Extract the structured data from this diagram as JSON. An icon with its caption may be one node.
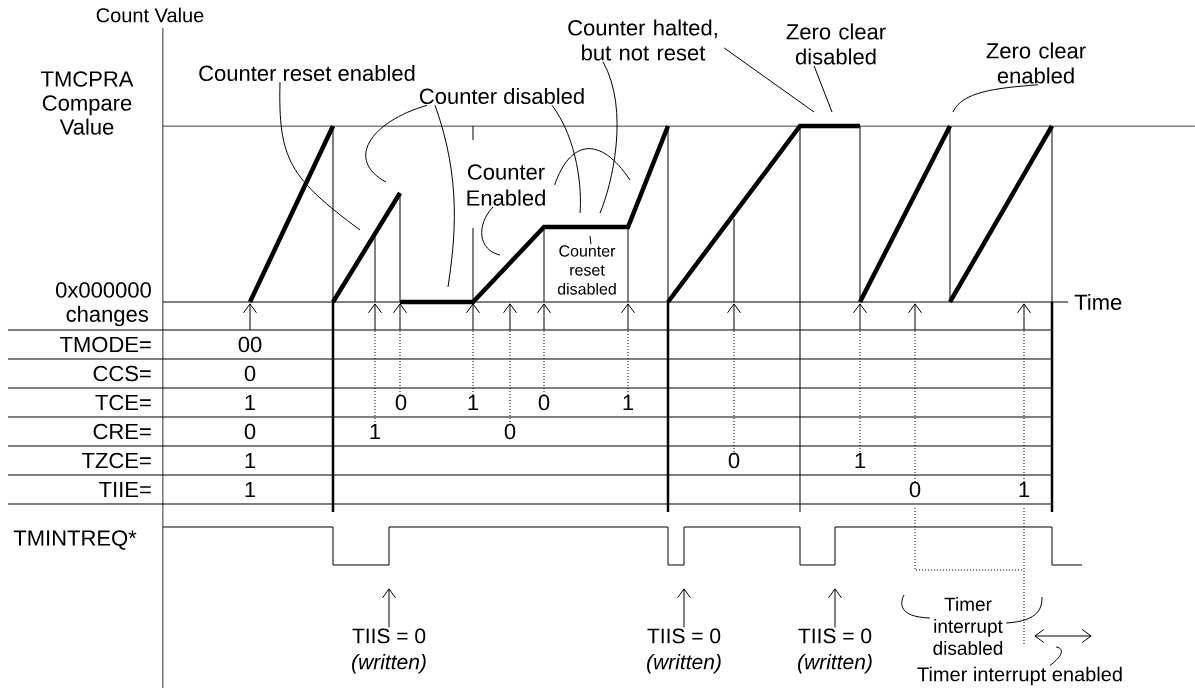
{
  "diagram": {
    "nodes": [
      {
        "text": [
          "Counter reset enabled"
        ]
      },
      {
        "text": [
          "Counter disabled"
        ]
      },
      {
        "text": [
          "Counter Enabled"
        ]
      },
      {
        "text": [
          "Counter halted, but not reset"
        ]
      },
      {
        "text": [
          "Zero clear disabled"
        ]
      },
      {
        "text": [
          "Zero clear enabled"
        ]
      },
      {
        "text": [
          "Counter reset disabled"
        ]
      },
      {
        "text": [
          "TIIS = 0",
          "(written)"
        ]
      },
      {
        "text": [
          "TIIS = 0",
          "(written)"
        ]
      },
      {
        "text": [
          "TIIS = 0",
          "(written)"
        ]
      },
      {
        "text": [
          "Timer interrupt disabled"
        ]
      },
      {
        "text": [
          "Timer interrupt enabled"
        ]
      }
    ],
    "edges": [
      {
        "from": 0,
        "to": null,
        "arrow": "none"
      },
      {
        "from": 1,
        "to": null,
        "arrow": "none"
      },
      {
        "from": 1,
        "to": null,
        "arrow": "none"
      },
      {
        "from": 1,
        "to": null,
        "arrow": "none"
      },
      {
        "from": 2,
        "to": null,
        "arrow": "none"
      },
      {
        "from": 2,
        "to": null,
        "arrow": "none"
      },
      {
        "from": 3,
        "to": null,
        "arrow": "none"
      },
      {
        "from": 3,
        "to": null,
        "arrow": "none"
      },
      {
        "from": 4,
        "to": null,
        "arrow": "none"
      },
      {
        "from": 5,
        "to": null,
        "arrow": "none"
      },
      {
        "from": 6,
        "to": null,
        "arrow": "none"
      },
      {
        "from": 7,
        "to": null,
        "arrow": "to"
      },
      {
        "from": 8,
        "to": null,
        "arrow": "to"
      },
      {
        "from": 9,
        "to": null,
        "arrow": "to"
      },
      {
        "from": 10,
        "to": null,
        "arrow": "none"
      },
      {
        "from": 10,
        "to": null,
        "arrow": "none"
      },
      {
        "from": 11,
        "to": null,
        "arrow": "none"
      }
    ],
    "labels": [
      "Count Value",
      "TMCPRA Compare Value",
      "0x000000",
      "Time",
      "changes",
      "TMODE=",
      "00",
      "CCS=",
      "0",
      "TCE=",
      "1",
      "0",
      "1",
      "0",
      "1",
      "CRE=",
      "0",
      "1",
      "0",
      "TZCE=",
      "1",
      "0",
      "1",
      "TIIE=",
      "1",
      "0",
      "1",
      "TMINTREQ*"
    ]
  }
}
